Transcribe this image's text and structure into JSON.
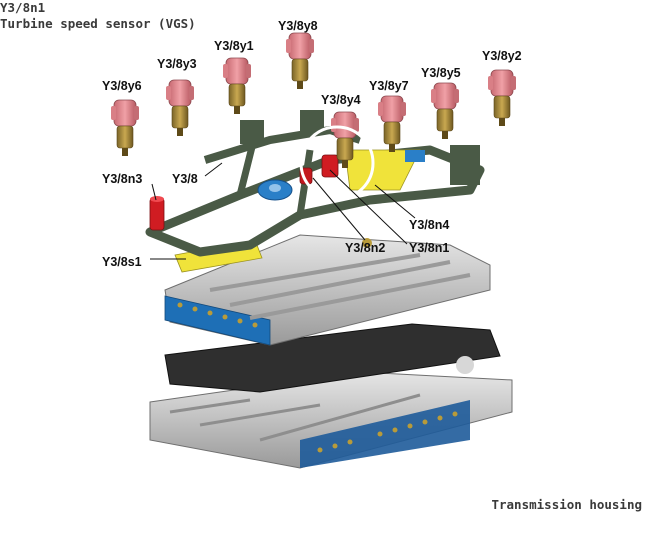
{
  "labels": {
    "y3_8y8": "Y3/8y8",
    "y3_8y1": "Y3/8y1",
    "y3_8y3": "Y3/8y3",
    "y3_8y6": "Y3/8y6",
    "y3_8y2": "Y3/8y2",
    "y3_8y5": "Y3/8y5",
    "y3_8y7": "Y3/8y7",
    "y3_8y4": "Y3/8y4",
    "y3_8n3": "Y3/8n3",
    "y3_8": "Y3/8",
    "y3_8n4": "Y3/8n4",
    "y3_8n2": "Y3/8n2",
    "y3_8n1": "Y3/8n1",
    "y3_8s1": "Y3/8s1"
  },
  "footer": {
    "component_code": "Y3/8n1",
    "component_name": "Turbine speed sensor (VGS)",
    "location": "Transmission housing"
  },
  "colors": {
    "solenoid": "#e07f86",
    "solenoid_body": "#b08a3a",
    "frame": "#4a5a46",
    "yellow_part": "#f0e33a",
    "blue_part": "#2a7fc8",
    "sensor_red": "#d01c22",
    "valve_body": "#c9c9c9",
    "blue_plate": "#1e6fb6",
    "separator_plate": "#2b2b2b",
    "highlight_circle": "#ffffff"
  }
}
